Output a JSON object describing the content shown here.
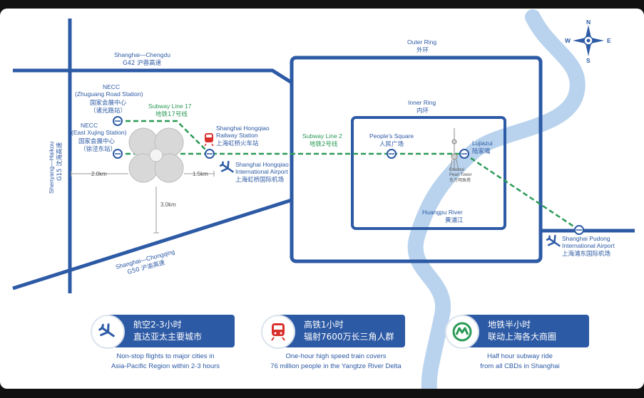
{
  "compass": {
    "n": "N",
    "s": "S",
    "e": "E",
    "w": "W"
  },
  "rings": {
    "outer_en": "Outer Ring",
    "outer_cn": "外环",
    "inner_en": "Inner Ring",
    "inner_cn": "内环"
  },
  "highways": {
    "g42_en": "Shanghai—Chengdu",
    "g42_cn": "G42 沪蓉高速",
    "g50_en": "Shanghai—Chongqing",
    "g50_cn": "G50 沪渝高速",
    "g15_en": "Shenyang—Haikou",
    "g15_cn": "G15 沈海高速"
  },
  "stations": {
    "zhuguang_en1": "NECC",
    "zhuguang_en2": "(Zhuguang Road Station)",
    "zhuguang_cn1": "国家会展中心",
    "zhuguang_cn2": "（诸光路站）",
    "xujing_en1": "NECC",
    "xujing_en2": "(East Xujing Station)",
    "xujing_cn1": "国家会展中心",
    "xujing_cn2": "（徐泾东站）",
    "rail_en1": "Shanghai Hongqiao",
    "rail_en2": "Railway Station",
    "rail_cn": "上海虹桥火车站",
    "hq_air_en1": "Shanghai Hongqiao",
    "hq_air_en2": "International Airport",
    "hq_air_cn": "上海虹桥国际机场",
    "peoples_en": "People's Square",
    "peoples_cn": "人民广场",
    "lujiazui_en": "Lujiazui",
    "lujiazui_cn": "陆家嘴",
    "pearl_en1": "Oriental",
    "pearl_en2": "Pearl Tower",
    "pearl_cn": "东方明珠塔",
    "pd_air_en1": "Shanghai Pudong",
    "pd_air_en2": "International Airport",
    "pd_air_cn": "上海浦东国际机场"
  },
  "subway": {
    "line17_en": "Subway Line 17",
    "line17_cn": "地铁17号线",
    "line2_en": "Subway Line 2",
    "line2_cn": "地铁2号线"
  },
  "river": {
    "en": "Huangpu River",
    "cn": "黄浦江"
  },
  "distances": {
    "d1": "2.0km",
    "d2": "1.5km",
    "d3": "3.0km"
  },
  "features": [
    {
      "icon": "airplane-icon",
      "line1": "航空2-3小时",
      "line2": "直达亚太主要城市",
      "desc1": "Non-stop flights to major cities in",
      "desc2": "Asia-Pacific Region within 2-3 hours"
    },
    {
      "icon": "train-icon",
      "line1": "高铁1小时",
      "line2": "辐射7600万长三角人群",
      "desc1": "One-hour high speed train covers",
      "desc2": "76 million people in the Yangtze River Delta"
    },
    {
      "icon": "metro-icon",
      "line1": "地铁半小时",
      "line2": "联动上海各大商圈",
      "desc1": "Half hour subway ride",
      "desc2": "from all CBDs in Shanghai"
    }
  ],
  "colors": {
    "road": "#2d5aa5",
    "river": "#b9d3ee",
    "subway": "#2a9a56",
    "pill": "#2d5aa5"
  }
}
